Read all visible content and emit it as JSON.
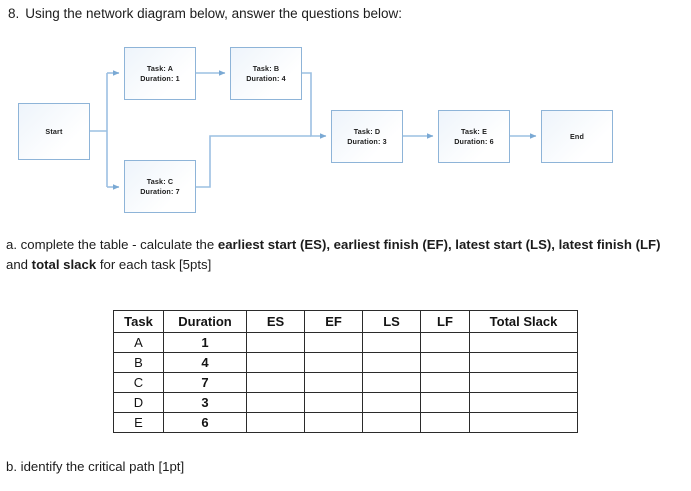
{
  "question": {
    "number": "8.",
    "prompt": "Using the network diagram below, answer the questions below:"
  },
  "diagram": {
    "connector_color": "#8eb4d8",
    "node_border_color": "#8eb4d8",
    "nodes": [
      {
        "id": "start",
        "label": "Start",
        "line1": "Start",
        "line2": ""
      },
      {
        "id": "a",
        "label": "Task A",
        "line1": "Task: A",
        "line2": "Duration: 1"
      },
      {
        "id": "b",
        "label": "Task B",
        "line1": "Task: B",
        "line2": "Duration: 4"
      },
      {
        "id": "c",
        "label": "Task C",
        "line1": "Task: C",
        "line2": "Duration: 7"
      },
      {
        "id": "d",
        "label": "Task D",
        "line1": "Task: D",
        "line2": "Duration: 3"
      },
      {
        "id": "e",
        "label": "Task E",
        "line1": "Task: E",
        "line2": "Duration: 6"
      },
      {
        "id": "end",
        "label": "End",
        "line1": "End",
        "line2": ""
      }
    ],
    "edges": [
      {
        "from": "start",
        "to": "a"
      },
      {
        "from": "start",
        "to": "c"
      },
      {
        "from": "a",
        "to": "b"
      },
      {
        "from": "b",
        "to": "d"
      },
      {
        "from": "c",
        "to": "d"
      },
      {
        "from": "d",
        "to": "e"
      },
      {
        "from": "e",
        "to": "end"
      }
    ]
  },
  "part_a": {
    "seg1": "a. complete the table - calculate the ",
    "b1": "earliest start (ES), earliest finish (EF), latest start (LS), latest finish (LF)",
    "seg2": " and ",
    "b2": "total slack",
    "seg3": " for each task [5pts]"
  },
  "table": {
    "headers": [
      "Task",
      "Duration",
      "ES",
      "EF",
      "LS",
      "LF",
      "Total Slack"
    ],
    "rows": [
      {
        "task": "A",
        "duration": "1",
        "es": "",
        "ef": "",
        "ls": "",
        "lf": "",
        "slack": ""
      },
      {
        "task": "B",
        "duration": "4",
        "es": "",
        "ef": "",
        "ls": "",
        "lf": "",
        "slack": ""
      },
      {
        "task": "C",
        "duration": "7",
        "es": "",
        "ef": "",
        "ls": "",
        "lf": "",
        "slack": ""
      },
      {
        "task": "D",
        "duration": "3",
        "es": "",
        "ef": "",
        "ls": "",
        "lf": "",
        "slack": ""
      },
      {
        "task": "E",
        "duration": "6",
        "es": "",
        "ef": "",
        "ls": "",
        "lf": "",
        "slack": ""
      }
    ]
  },
  "part_b": {
    "text": "b. identify the critical path [1pt]"
  }
}
